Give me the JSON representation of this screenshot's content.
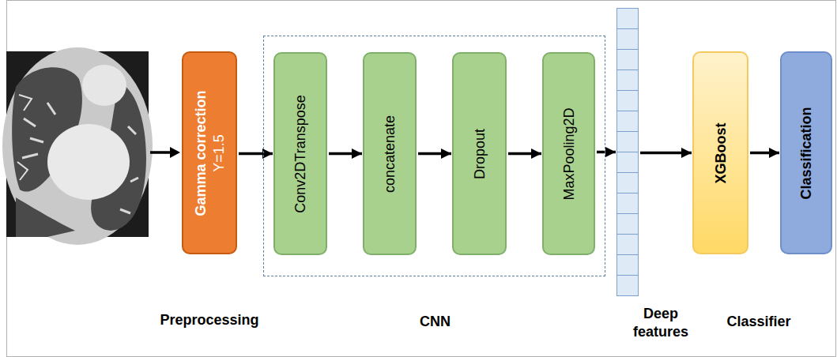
{
  "diagram": {
    "nodes": [
      {
        "text": [
          "Gamma correction",
          "Υ=1.5"
        ]
      },
      {
        "text": [
          "CNN"
        ]
      },
      {
        "text": [
          "Conv2DTranspose"
        ],
        "in": 1
      },
      {
        "text": [
          "concatenate"
        ],
        "in": 1
      },
      {
        "text": [
          "Dropout"
        ],
        "in": 1
      },
      {
        "text": [
          "MaxPooling2D"
        ],
        "in": 1
      },
      {
        "text": [
          "Deep features"
        ]
      },
      {
        "text": [
          "XGBoost"
        ]
      },
      {
        "text": [
          "Classification"
        ]
      }
    ],
    "edges": [
      {
        "from": 0,
        "to": 2,
        "arrow": "to"
      },
      {
        "from": 2,
        "to": 3,
        "arrow": "to"
      },
      {
        "from": 3,
        "to": 4,
        "arrow": "to"
      },
      {
        "from": 4,
        "to": 5,
        "arrow": "to"
      },
      {
        "from": 5,
        "to": 6,
        "arrow": "to"
      },
      {
        "from": 6,
        "to": 7,
        "arrow": "to"
      },
      {
        "from": 7,
        "to": 8,
        "arrow": "to"
      }
    ],
    "labels": [
      "Preprocessing",
      "Classifier"
    ]
  }
}
